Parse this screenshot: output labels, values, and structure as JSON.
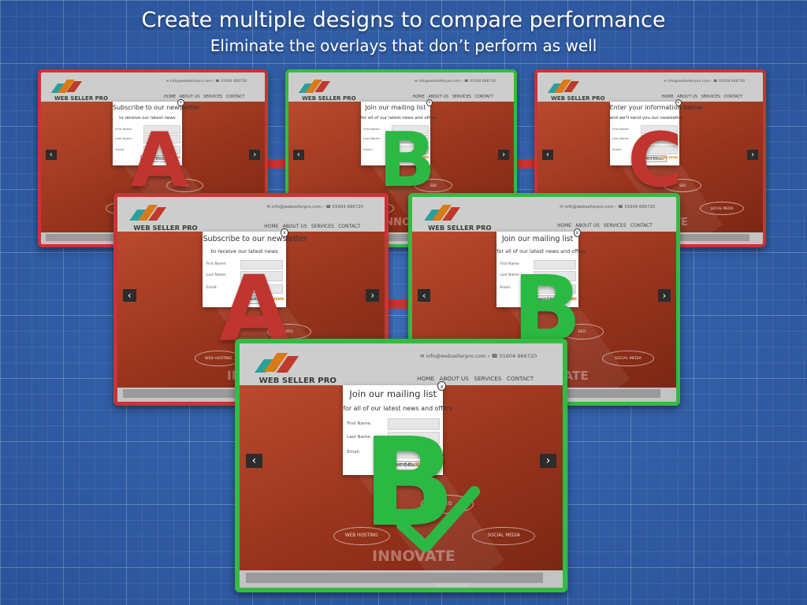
{
  "headline": "Create multiple designs to compare performance",
  "subheadline": "Eliminate the overlays that don’t perform as well",
  "colors": {
    "red": "#cc3333",
    "green": "#33bb44",
    "background": "#2f5da4"
  },
  "site": {
    "logo_text": "WEB SELLER PRO",
    "email": "info@websellerpro.com",
    "phone": "01604 666720",
    "nav": [
      "HOME",
      "ABOUT US",
      "SERVICES",
      "CONTACT"
    ],
    "hero_word": "INNOVATE",
    "ellipses": [
      "SEO",
      "WEB HOSTING",
      "SOCIAL MEDIA"
    ]
  },
  "popups": {
    "A": {
      "title": "Subscribe to our newsletter",
      "subtitle": "to receive our latest news"
    },
    "B": {
      "title": "Join our mailing list",
      "subtitle": "for all of our latest news and offers"
    },
    "C": {
      "title": "Enter your information below",
      "subtitle": "and we'll send you our newsletter"
    }
  },
  "form": {
    "first_name": "First Name:",
    "last_name": "Last Name:",
    "email": "Email:",
    "submit": "Submit Details",
    "powered_by": "Powered By",
    "brand": "LEAD GENIE",
    "close": "x"
  },
  "variants": [
    {
      "letter": "A",
      "status": "eliminated"
    },
    {
      "letter": "B",
      "status": "kept"
    },
    {
      "letter": "C",
      "status": "eliminated"
    },
    {
      "letter": "A",
      "status": "eliminated"
    },
    {
      "letter": "B",
      "status": "kept"
    },
    {
      "letter": "B",
      "status": "winner"
    }
  ],
  "icons": {
    "winner": "check-icon",
    "arrows": [
      "chevron-left-icon",
      "chevron-right-icon"
    ]
  }
}
